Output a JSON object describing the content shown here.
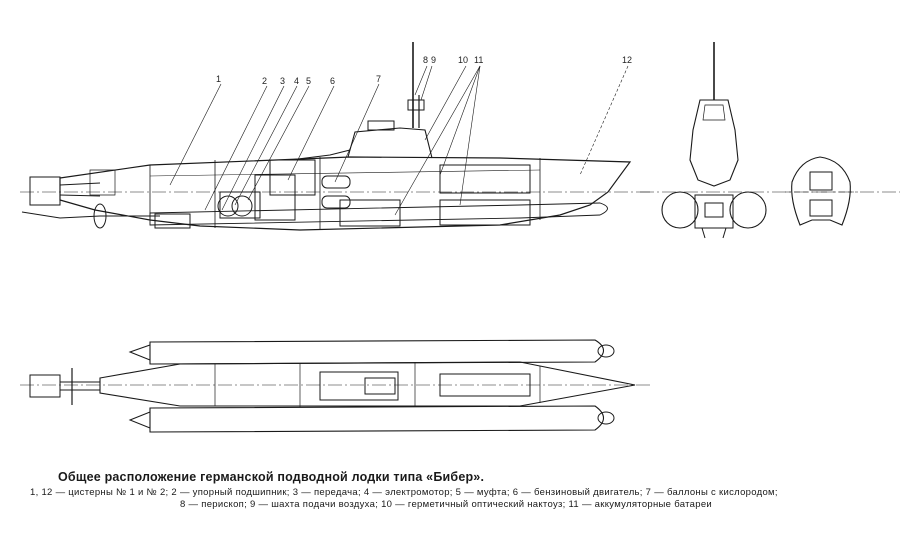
{
  "callouts": [
    "1",
    "2",
    "3",
    "4",
    "5",
    "6",
    "7",
    "8",
    "9",
    "10",
    "11",
    "12"
  ],
  "caption": {
    "title": "Общее расположение германской подводной лодки типа «Бибер».",
    "legend_line1": "1, 12 — цистерны № 1 и № 2; 2 — упорный подшипник; 3 — передача; 4 — электромотор; 5 — муфта; 6 — бензиновый двигатель; 7 — баллоны с кислородом;",
    "legend_line2": "8 — перископ; 9 — шахта подачи воздуха; 10 — герметичный оптический нактоуз; 11 — аккумуляторные батареи"
  },
  "colors": {
    "ink": "#1a1a1a",
    "paper": "#ffffff"
  }
}
